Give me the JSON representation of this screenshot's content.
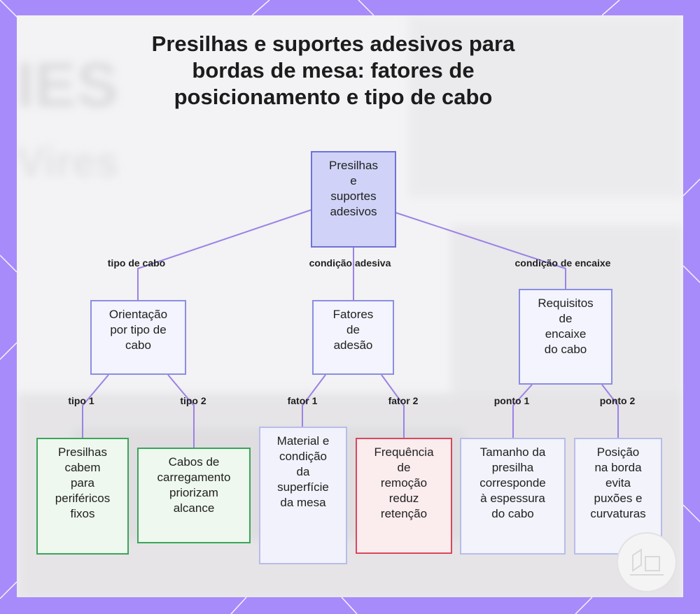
{
  "title": "Presilhas e suportes adesivos para bordas de mesa: fatores de posicionamento e tipo de cabo",
  "nodes": {
    "root": "Presilhas\ne\nsuportes\nadesivos",
    "cable_orientation": "Orientação\npor tipo de\ncabo",
    "adhesion_factors": "Fatores\nde\nadesão",
    "fit_requirements": "Requisitos\nde\nencaixe\ndo cabo",
    "fixed_peripherals": "Presilhas\ncabem\npara\nperiféricos\nfixos",
    "charging_cables": "Cabos de\ncarregamento\npriorizam\nalcance",
    "surface_condition": "Material e\ncondição\nda\nsuperfície\nda mesa",
    "removal_frequency": "Frequência\nde\nremoção\nreduz\nretenção",
    "clip_size": "Tamanho da\npresilha\ncorresponde\nà espessura\ndo cabo",
    "edge_position": "Posição\nna borda\nevita\npuxões e\ncurvaturas"
  },
  "edge_labels": {
    "cable_type": "tipo de cabo",
    "adhesive_condition": "condição adesiva",
    "fit_condition": "condição de encaixe",
    "type1": "tipo 1",
    "type2": "tipo 2",
    "factor1": "fator 1",
    "factor2": "fator 2",
    "point1": "ponto 1",
    "point2": "ponto 2"
  },
  "colors": {
    "frame": "#a78bfa",
    "edge": "#9b82e6",
    "root_fill": "#d0d3f7",
    "green_border": "#3aa55a",
    "red_border": "#d8475a"
  }
}
